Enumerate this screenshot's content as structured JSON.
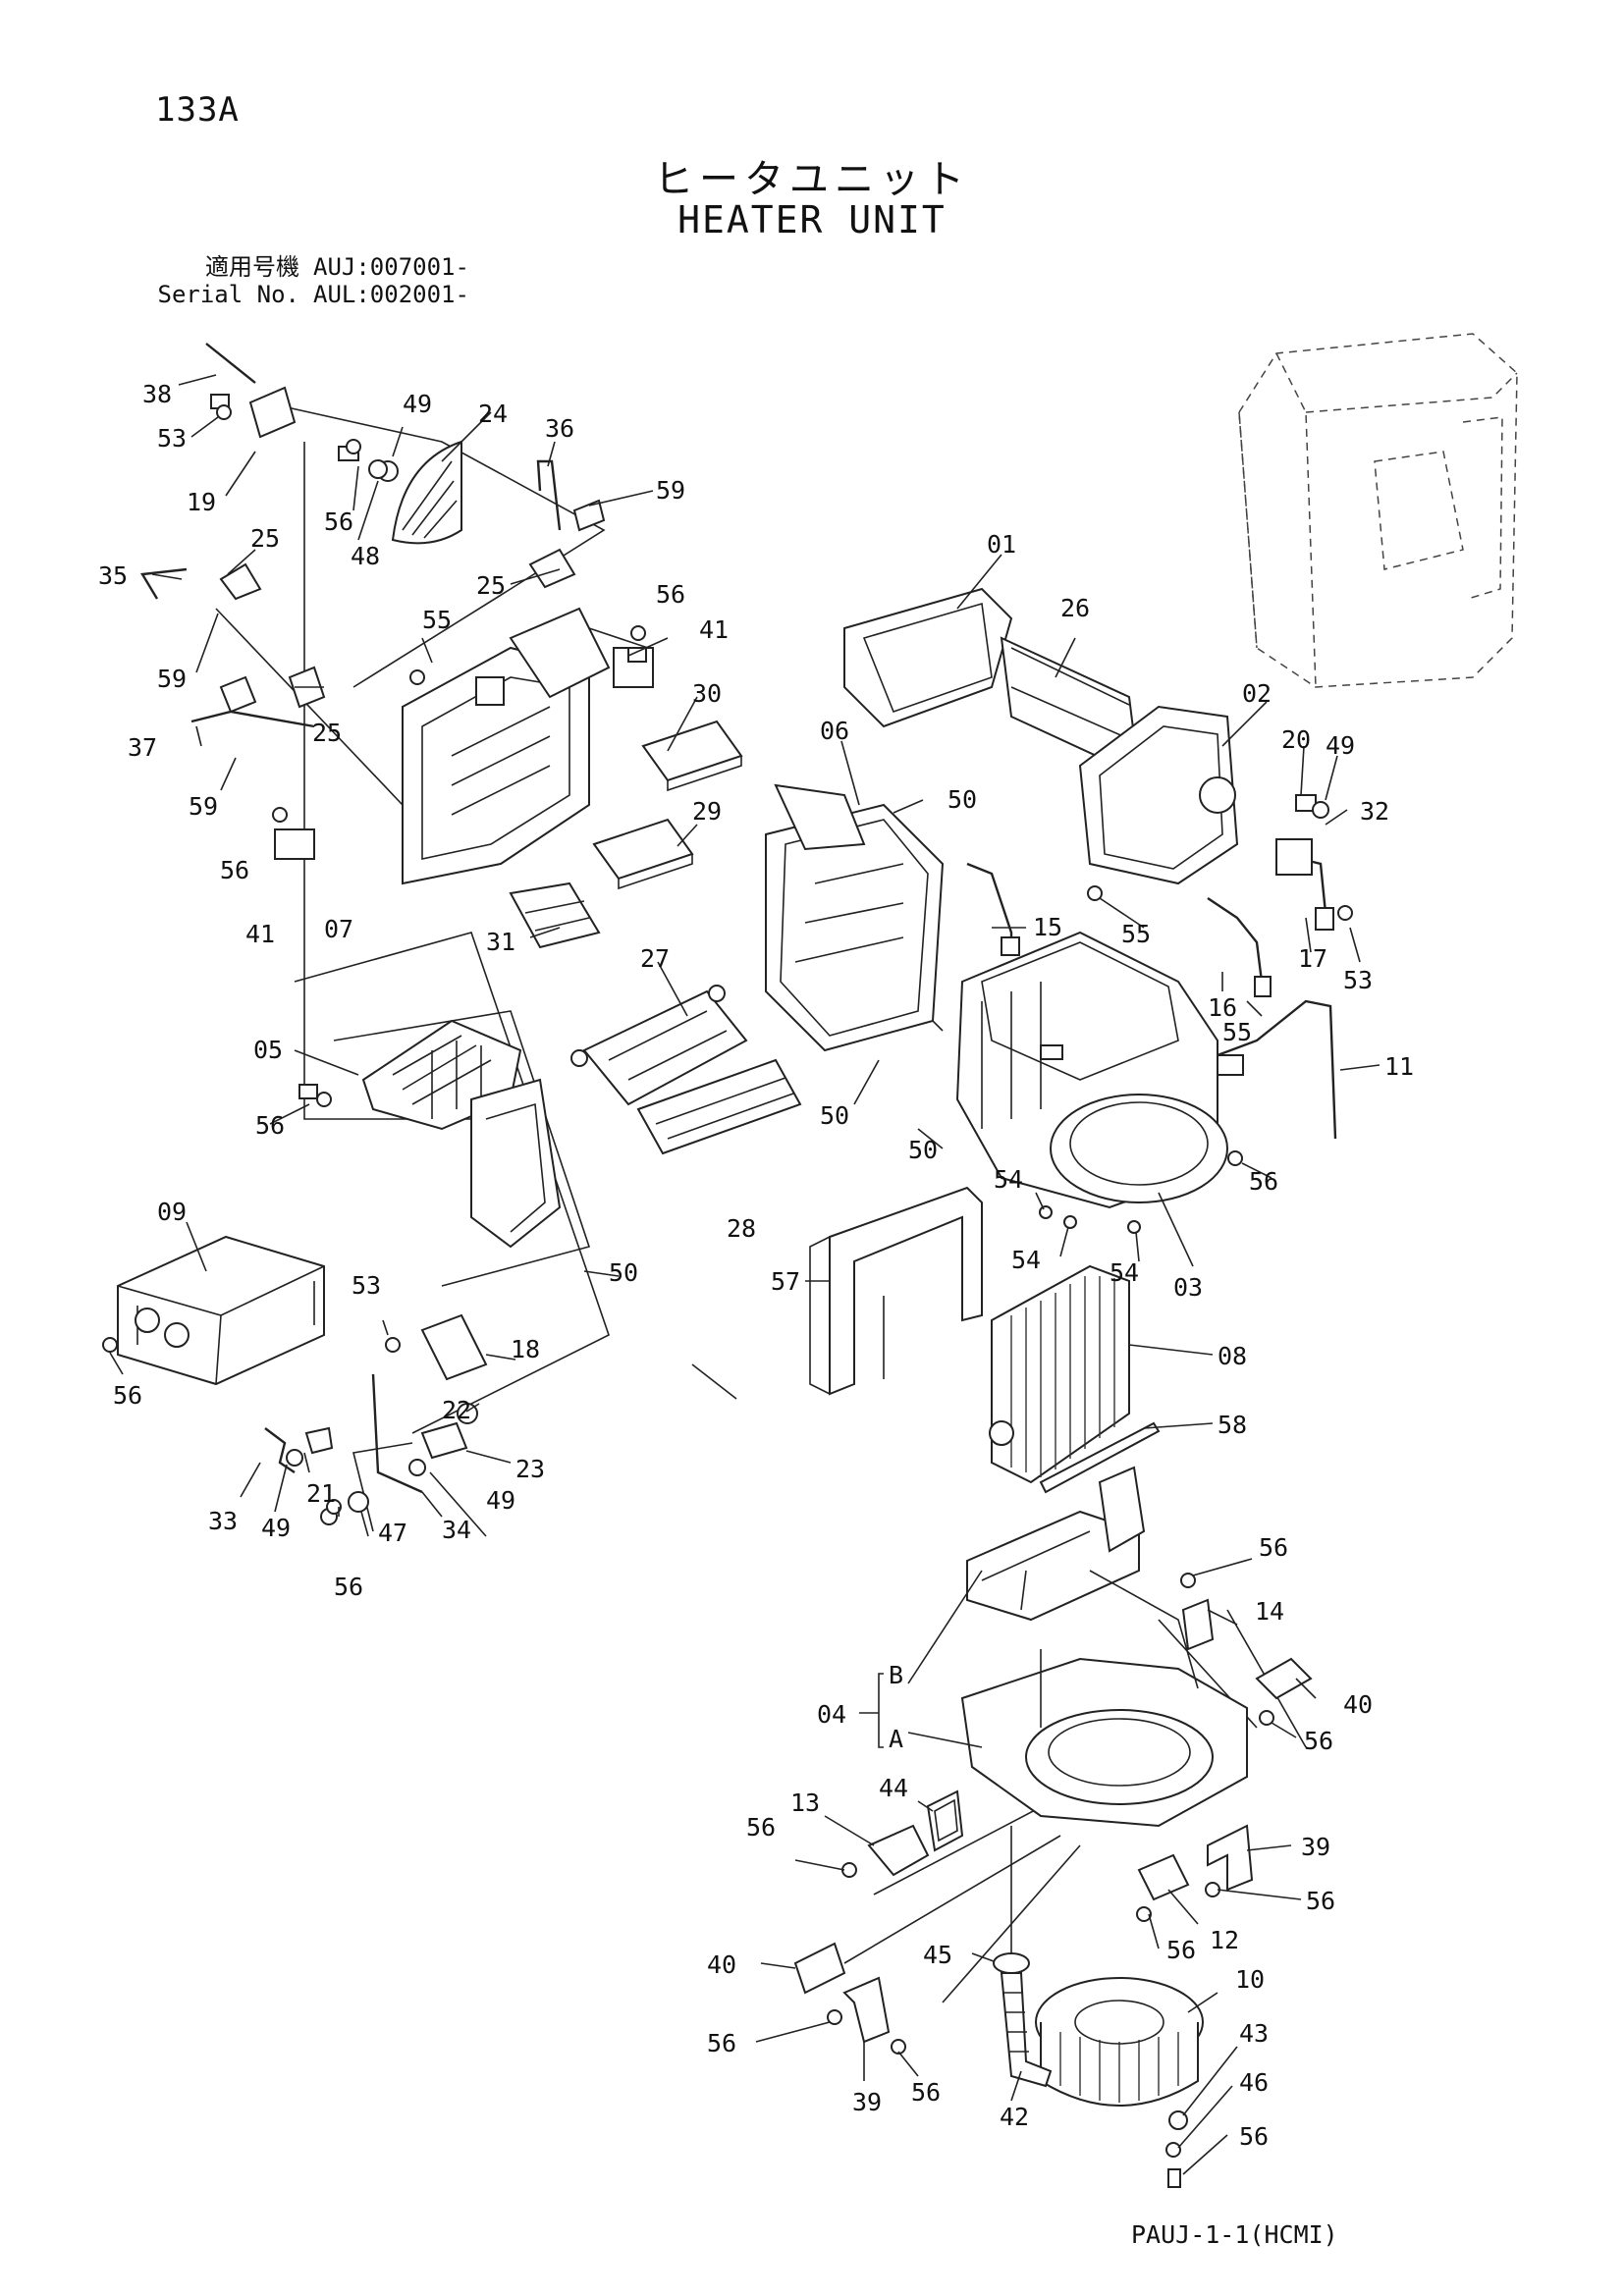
{
  "page": {
    "page_code": "133A",
    "title_jp": "ヒータユニット",
    "title_en": "HEATER UNIT",
    "serial": {
      "label_jp": "適用号機",
      "value_jp": "AUJ:007001-",
      "label_en": "Serial No.",
      "value_en": "AUL:002001-"
    },
    "doc_code": "PAUJ-1-1(HCMI)"
  },
  "callouts": [
    "38",
    "53",
    "19",
    "49",
    "24",
    "56",
    "48",
    "36",
    "59",
    "25",
    "35",
    "25",
    "59",
    "55",
    "56",
    "41",
    "37",
    "25",
    "59",
    "56",
    "41",
    "07",
    "30",
    "29",
    "31",
    "01",
    "26",
    "02",
    "06",
    "50",
    "20",
    "49",
    "32",
    "15",
    "55",
    "17",
    "53",
    "16",
    "55",
    "11",
    "05",
    "27",
    "56",
    "50",
    "50",
    "56",
    "54",
    "54",
    "54",
    "03",
    "09",
    "28",
    "50",
    "57",
    "08",
    "58",
    "53",
    "18",
    "56",
    "22",
    "23",
    "33",
    "49",
    "21",
    "49",
    "34",
    "47",
    "56",
    "56",
    "14",
    "04",
    "B",
    "A",
    "40",
    "56",
    "44",
    "13",
    "56",
    "39",
    "56",
    "12",
    "45",
    "56",
    "40",
    "10",
    "56",
    "56",
    "43",
    "46",
    "39",
    "42",
    "56"
  ]
}
